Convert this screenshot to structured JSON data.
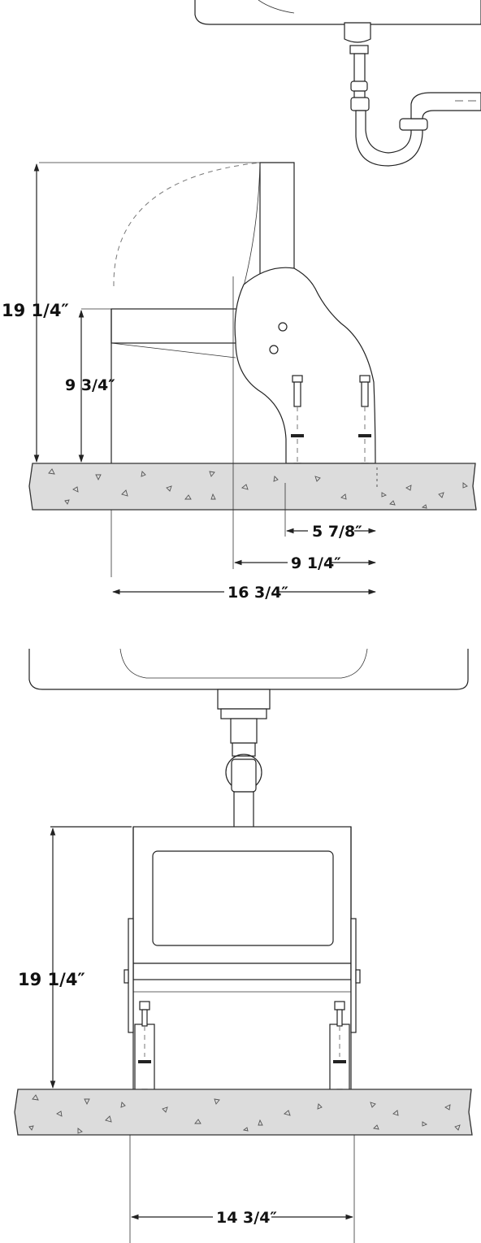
{
  "side_view": {
    "height_total": "19 1/4″",
    "height_seat": "9 3/4″",
    "anchor_spacing": "5 7/8″",
    "anchor_to_front": "9 1/4″",
    "overall_depth": "16 3/4″"
  },
  "front_view": {
    "height_total": "19 1/4″",
    "overall_width": "14 3/4″"
  }
}
